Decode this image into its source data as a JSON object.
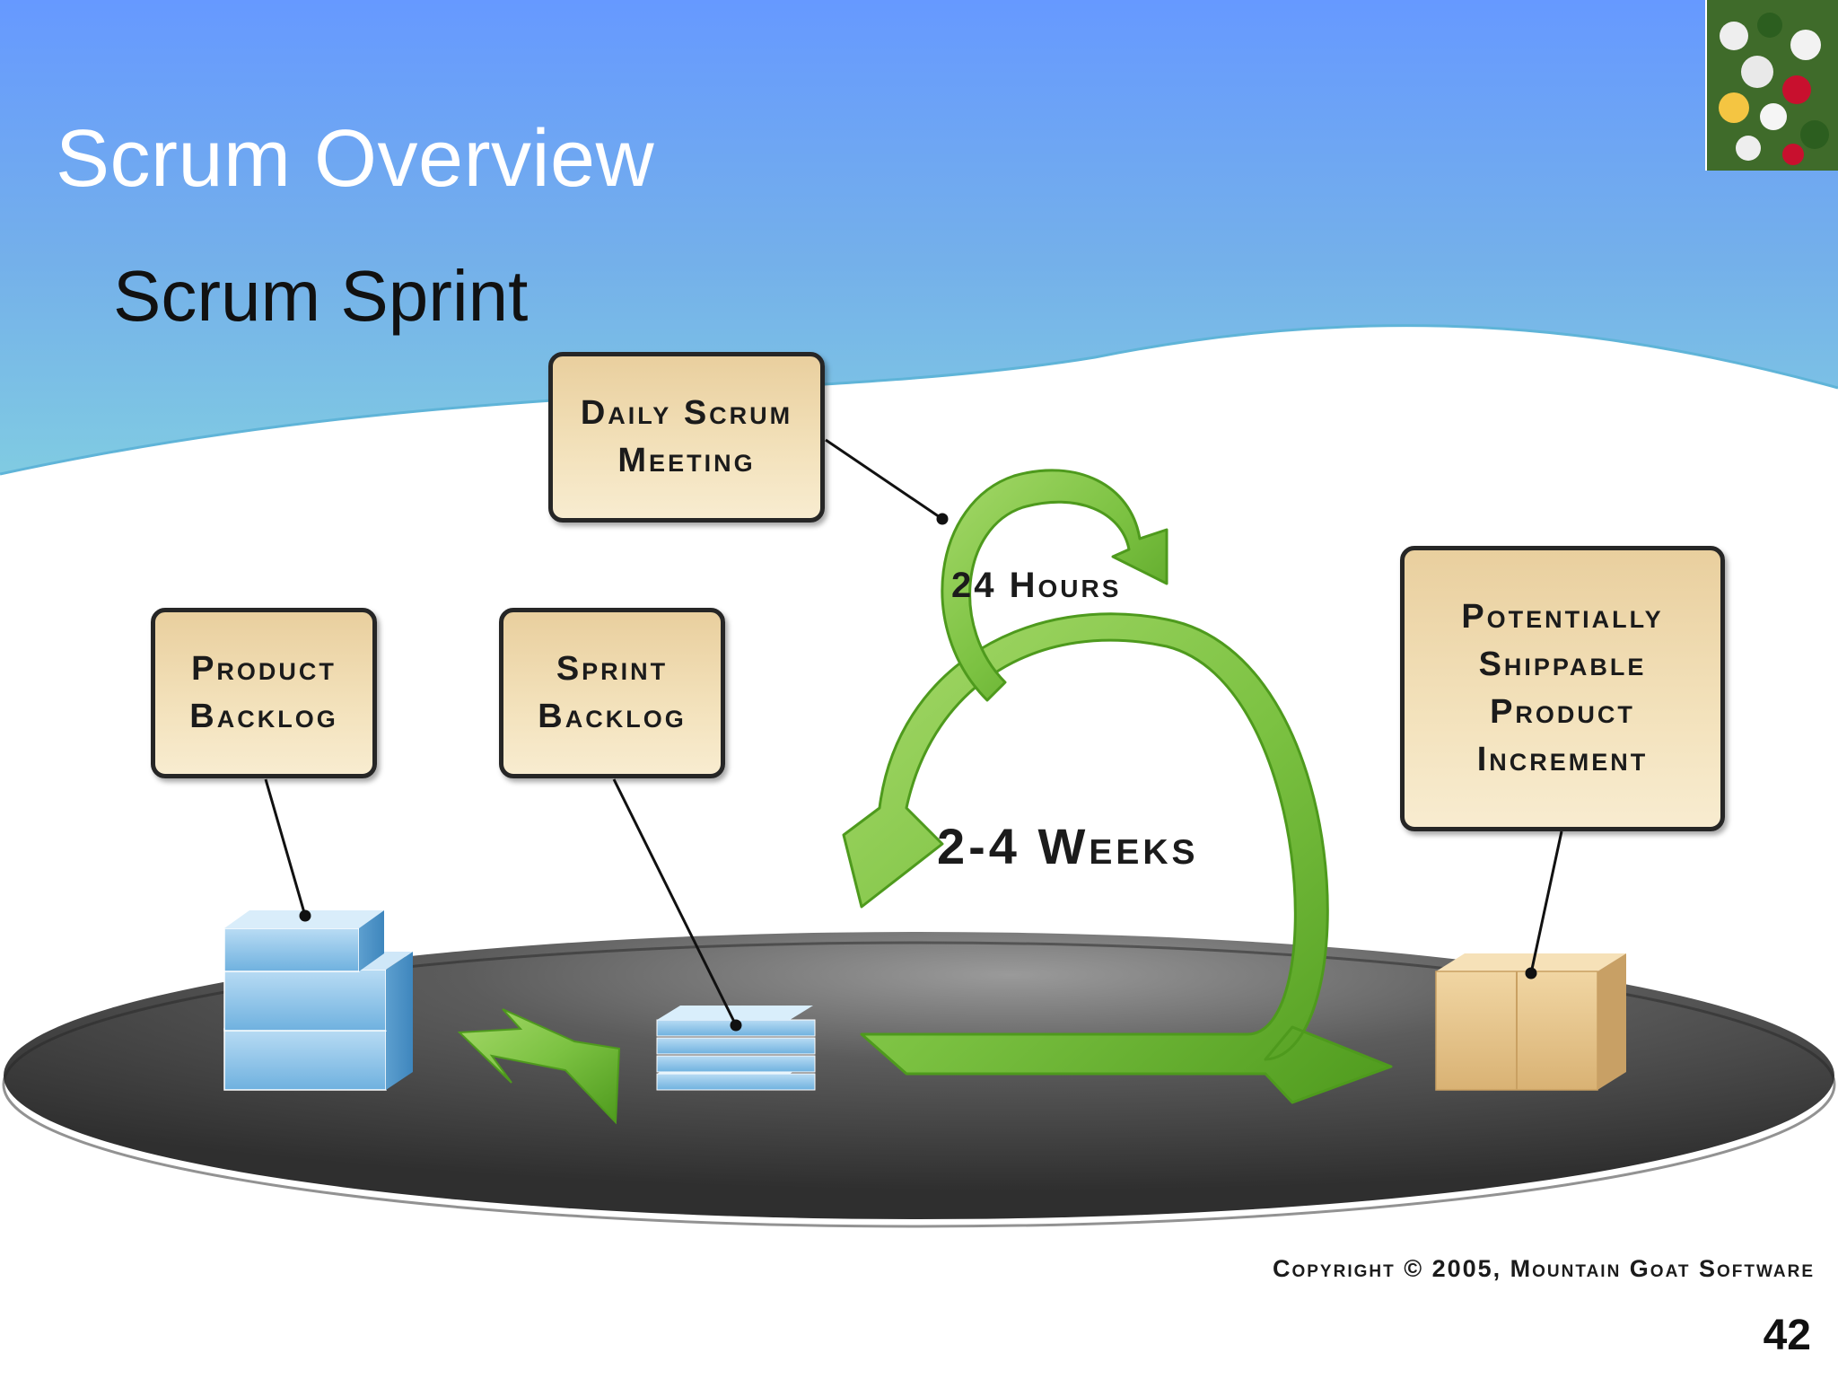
{
  "slide": {
    "title": "Scrum Overview",
    "subtitle": "Scrum Sprint",
    "page_number": "42"
  },
  "diagram": {
    "boxes": {
      "daily_scrum": "Daily Scrum\nMeeting",
      "product_backlog": "Product\nBacklog",
      "sprint_backlog": "Sprint\nBacklog",
      "increment": "Potentially\nShippable\nProduct\nIncrement"
    },
    "cycle_labels": {
      "daily": "24 Hours",
      "sprint": "2-4 Weeks"
    },
    "copyright": "Copyright © 2005, Mountain Goat Software"
  },
  "colors": {
    "header_top": "#6699ff",
    "header_bottom": "#7ec8e3",
    "arrow_green": "#7cc242",
    "arrow_dark_green": "#4e9a1d",
    "box_fill": "#efd9ae",
    "platform": "#4a4a4a",
    "backlog_blue": "#8fc3e8",
    "package_tan": "#e6c48d"
  },
  "icons": {
    "corner_photo": "rugby-scrum-photo"
  }
}
